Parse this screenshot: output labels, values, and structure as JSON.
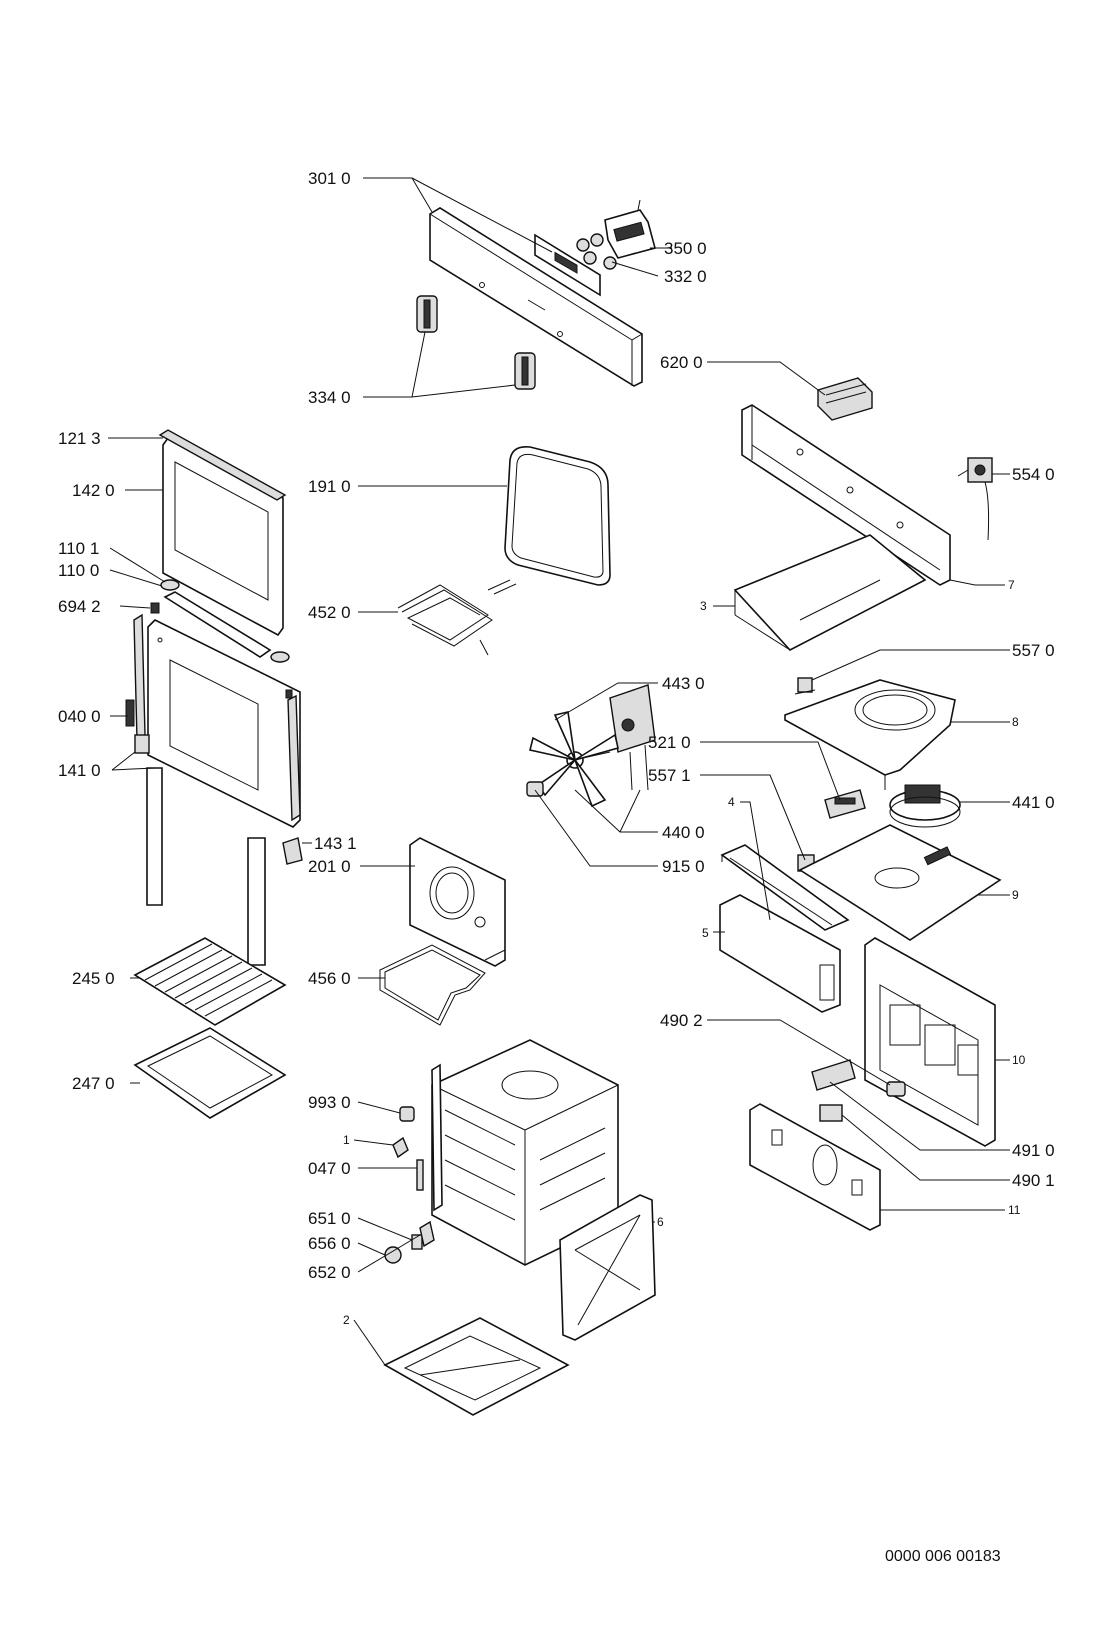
{
  "labels": {
    "p301_0": "301 0",
    "p350_0": "350 0",
    "p332_0": "332 0",
    "p334_0": "334 0",
    "p620_0": "620 0",
    "p121_3": "121 3",
    "p142_0": "142 0",
    "p191_0": "191 0",
    "p554_0": "554 0",
    "p110_1": "110 1",
    "p110_0": "110 0",
    "p694_2": "694 2",
    "p452_0": "452 0",
    "p7": "7",
    "p3": "3",
    "p557_0": "557 0",
    "p443_0": "443 0",
    "p040_0": "040 0",
    "p8": "8",
    "p521_0": "521 0",
    "p141_0": "141 0",
    "p557_1": "557 1",
    "p441_0": "441 0",
    "p4": "4",
    "p440_0": "440 0",
    "p143_1": "143 1",
    "p201_0": "201 0",
    "p915_0": "915 0",
    "p9": "9",
    "p5": "5",
    "p245_0": "245 0",
    "p456_0": "456 0",
    "p490_2": "490 2",
    "p10": "10",
    "p247_0": "247 0",
    "p993_0": "993 0",
    "p1": "1",
    "p491_0": "491 0",
    "p047_0": "047 0",
    "p490_1": "490 1",
    "p11": "11",
    "p651_0": "651 0",
    "p6": "6",
    "p656_0": "656 0",
    "p652_0": "652 0",
    "p2": "2"
  },
  "document_code": "0000 006 00183"
}
